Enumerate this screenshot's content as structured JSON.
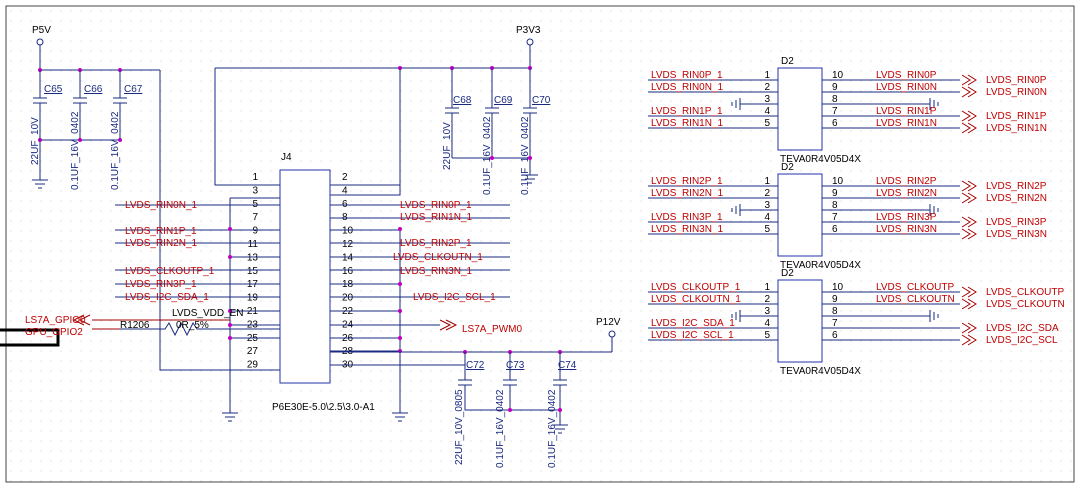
{
  "power": {
    "p5v": "P5V",
    "p3v3": "P3V3",
    "p12v": "P12V"
  },
  "caps": {
    "c65": {
      "ref": "C65",
      "val": "22UF_10V"
    },
    "c66": {
      "ref": "C66",
      "val": "0.1UF_16V_0402"
    },
    "c67": {
      "ref": "C67",
      "val": "0.1UF_16V_0402"
    },
    "c68": {
      "ref": "C68",
      "val": "22UF_10V"
    },
    "c69": {
      "ref": "C69",
      "val": "0.1UF_16V_0402"
    },
    "c70": {
      "ref": "C70",
      "val": "0.1UF_16V_0402"
    },
    "c72": {
      "ref": "C72",
      "val": "22UF_10V_0805"
    },
    "c73": {
      "ref": "C73",
      "val": "0.1UF_16V_0402"
    },
    "c74": {
      "ref": "C74",
      "val": "0.1UF_16V_0402"
    }
  },
  "connector": {
    "ref": "J4",
    "part": "P6E30E-5.0\\2.5\\3.0-A1",
    "left_pins": [
      "1",
      "3",
      "5",
      "7",
      "9",
      "11",
      "13",
      "15",
      "17",
      "19",
      "21",
      "23",
      "25",
      "27",
      "29"
    ],
    "right_pins": [
      "2",
      "4",
      "6",
      "8",
      "10",
      "12",
      "14",
      "16",
      "18",
      "20",
      "22",
      "24",
      "26",
      "28",
      "30"
    ],
    "left_nets": [
      "LVDS_RIN0N_1",
      "LVDS_RIN1P_1",
      "LVDS_RIN2N_1",
      "LVDS_CLKOUTP_1",
      "LVDS_RIN3P_1",
      "LVDS_I2C_SDA_1",
      "LVDS_VDD_EN"
    ],
    "right_nets": [
      "LVDS_RIN0P_1",
      "LVDS_RIN1N_1",
      "LVDS_RIN2P_1",
      "LVDS_CLKOUTN_1",
      "LVDS_RIN3N_1",
      "LVDS_I2C_SCL_1"
    ]
  },
  "resistor": {
    "ref": "R1206",
    "val": "0R_5%"
  },
  "ports": {
    "gpio0": "LS7A_GPIO0",
    "gpio2": "GPU_GPIO2",
    "pwm0": "LS7A_PWM0"
  },
  "esd": [
    {
      "ref": "D2",
      "part": "TEVA0R4V05D4X",
      "left_nets": [
        "LVDS_RIN0P_1",
        "LVDS_RIN0N_1",
        "LVDS_RIN1P_1",
        "LVDS_RIN1N_1"
      ],
      "right_nets": [
        "LVDS_RIN0P",
        "LVDS_RIN0N",
        "LVDS_RIN1P",
        "LVDS_RIN1N"
      ],
      "ports": [
        "LVDS_RIN0P",
        "LVDS_RIN0N",
        "LVDS_RIN1P",
        "LVDS_RIN1N"
      ]
    },
    {
      "ref": "D2",
      "part": "TEVA0R4V05D4X",
      "left_nets": [
        "LVDS_RIN2P_1",
        "LVDS_RIN2N_1",
        "LVDS_RIN3P_1",
        "LVDS_RIN3N_1"
      ],
      "right_nets": [
        "LVDS_RIN2P",
        "LVDS_RIN2N",
        "LVDS_RIN3P",
        "LVDS_RIN3N"
      ],
      "ports": [
        "LVDS_RIN2P",
        "LVDS_RIN2N",
        "LVDS_RIN3P",
        "LVDS_RIN3N"
      ]
    },
    {
      "ref": "D2",
      "part": "TEVA0R4V05D4X",
      "left_nets": [
        "LVDS_CLKOUTP_1",
        "LVDS_CLKOUTN_1",
        "LVDS_I2C_SDA_1",
        "LVDS_I2C_SCL_1"
      ],
      "right_nets": [
        "LVDS_CLKOUTP",
        "LVDS_CLKOUTN",
        "",
        ""
      ],
      "ports": [
        "LVDS_CLKOUTP",
        "LVDS_CLKOUTN",
        "LVDS_I2C_SDA",
        "LVDS_I2C_SCL"
      ]
    }
  ],
  "esd_pins": {
    "left": [
      "1",
      "2",
      "3",
      "4",
      "5"
    ],
    "right": [
      "10",
      "9",
      "8",
      "7",
      "6"
    ]
  }
}
